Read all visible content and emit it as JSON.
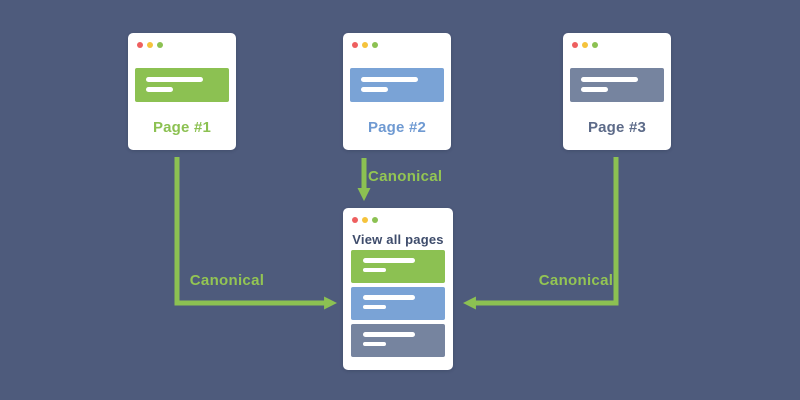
{
  "diagram": {
    "background_color": "#4e5b7c",
    "description": "Canonical link diagram: three pages point to one canonical page"
  },
  "window_dots": [
    "#ee5f5f",
    "#f5c33c",
    "#8cc152"
  ],
  "pages": [
    {
      "label": "Page #1",
      "block_color": "#8cc152",
      "label_color": "#8cc152"
    },
    {
      "label": "Page #2",
      "block_color": "#7aa3d6",
      "label_color": "#6f9ad2"
    },
    {
      "label": "Page #3",
      "block_color": "#76849f",
      "label_color": "#5d6b89"
    }
  ],
  "canonical_page": {
    "title": "View all pages",
    "title_color": "#3e4c6b",
    "blocks": [
      {
        "color": "#8cc152"
      },
      {
        "color": "#7aa3d6"
      },
      {
        "color": "#76849f"
      }
    ]
  },
  "arrows": [
    {
      "label": "Canonical",
      "from": "Page #1",
      "to": "View all pages",
      "direction": "down-then-right"
    },
    {
      "label": "Canonical",
      "from": "Page #2",
      "to": "View all pages",
      "direction": "down"
    },
    {
      "label": "Canonical",
      "from": "Page #3",
      "to": "View all pages",
      "direction": "down-then-left"
    }
  ],
  "colors": {
    "background": "#4e5b7c",
    "arrow_green": "#8cc152",
    "canonical_text": "#93c553",
    "card_white": "#ffffff"
  }
}
